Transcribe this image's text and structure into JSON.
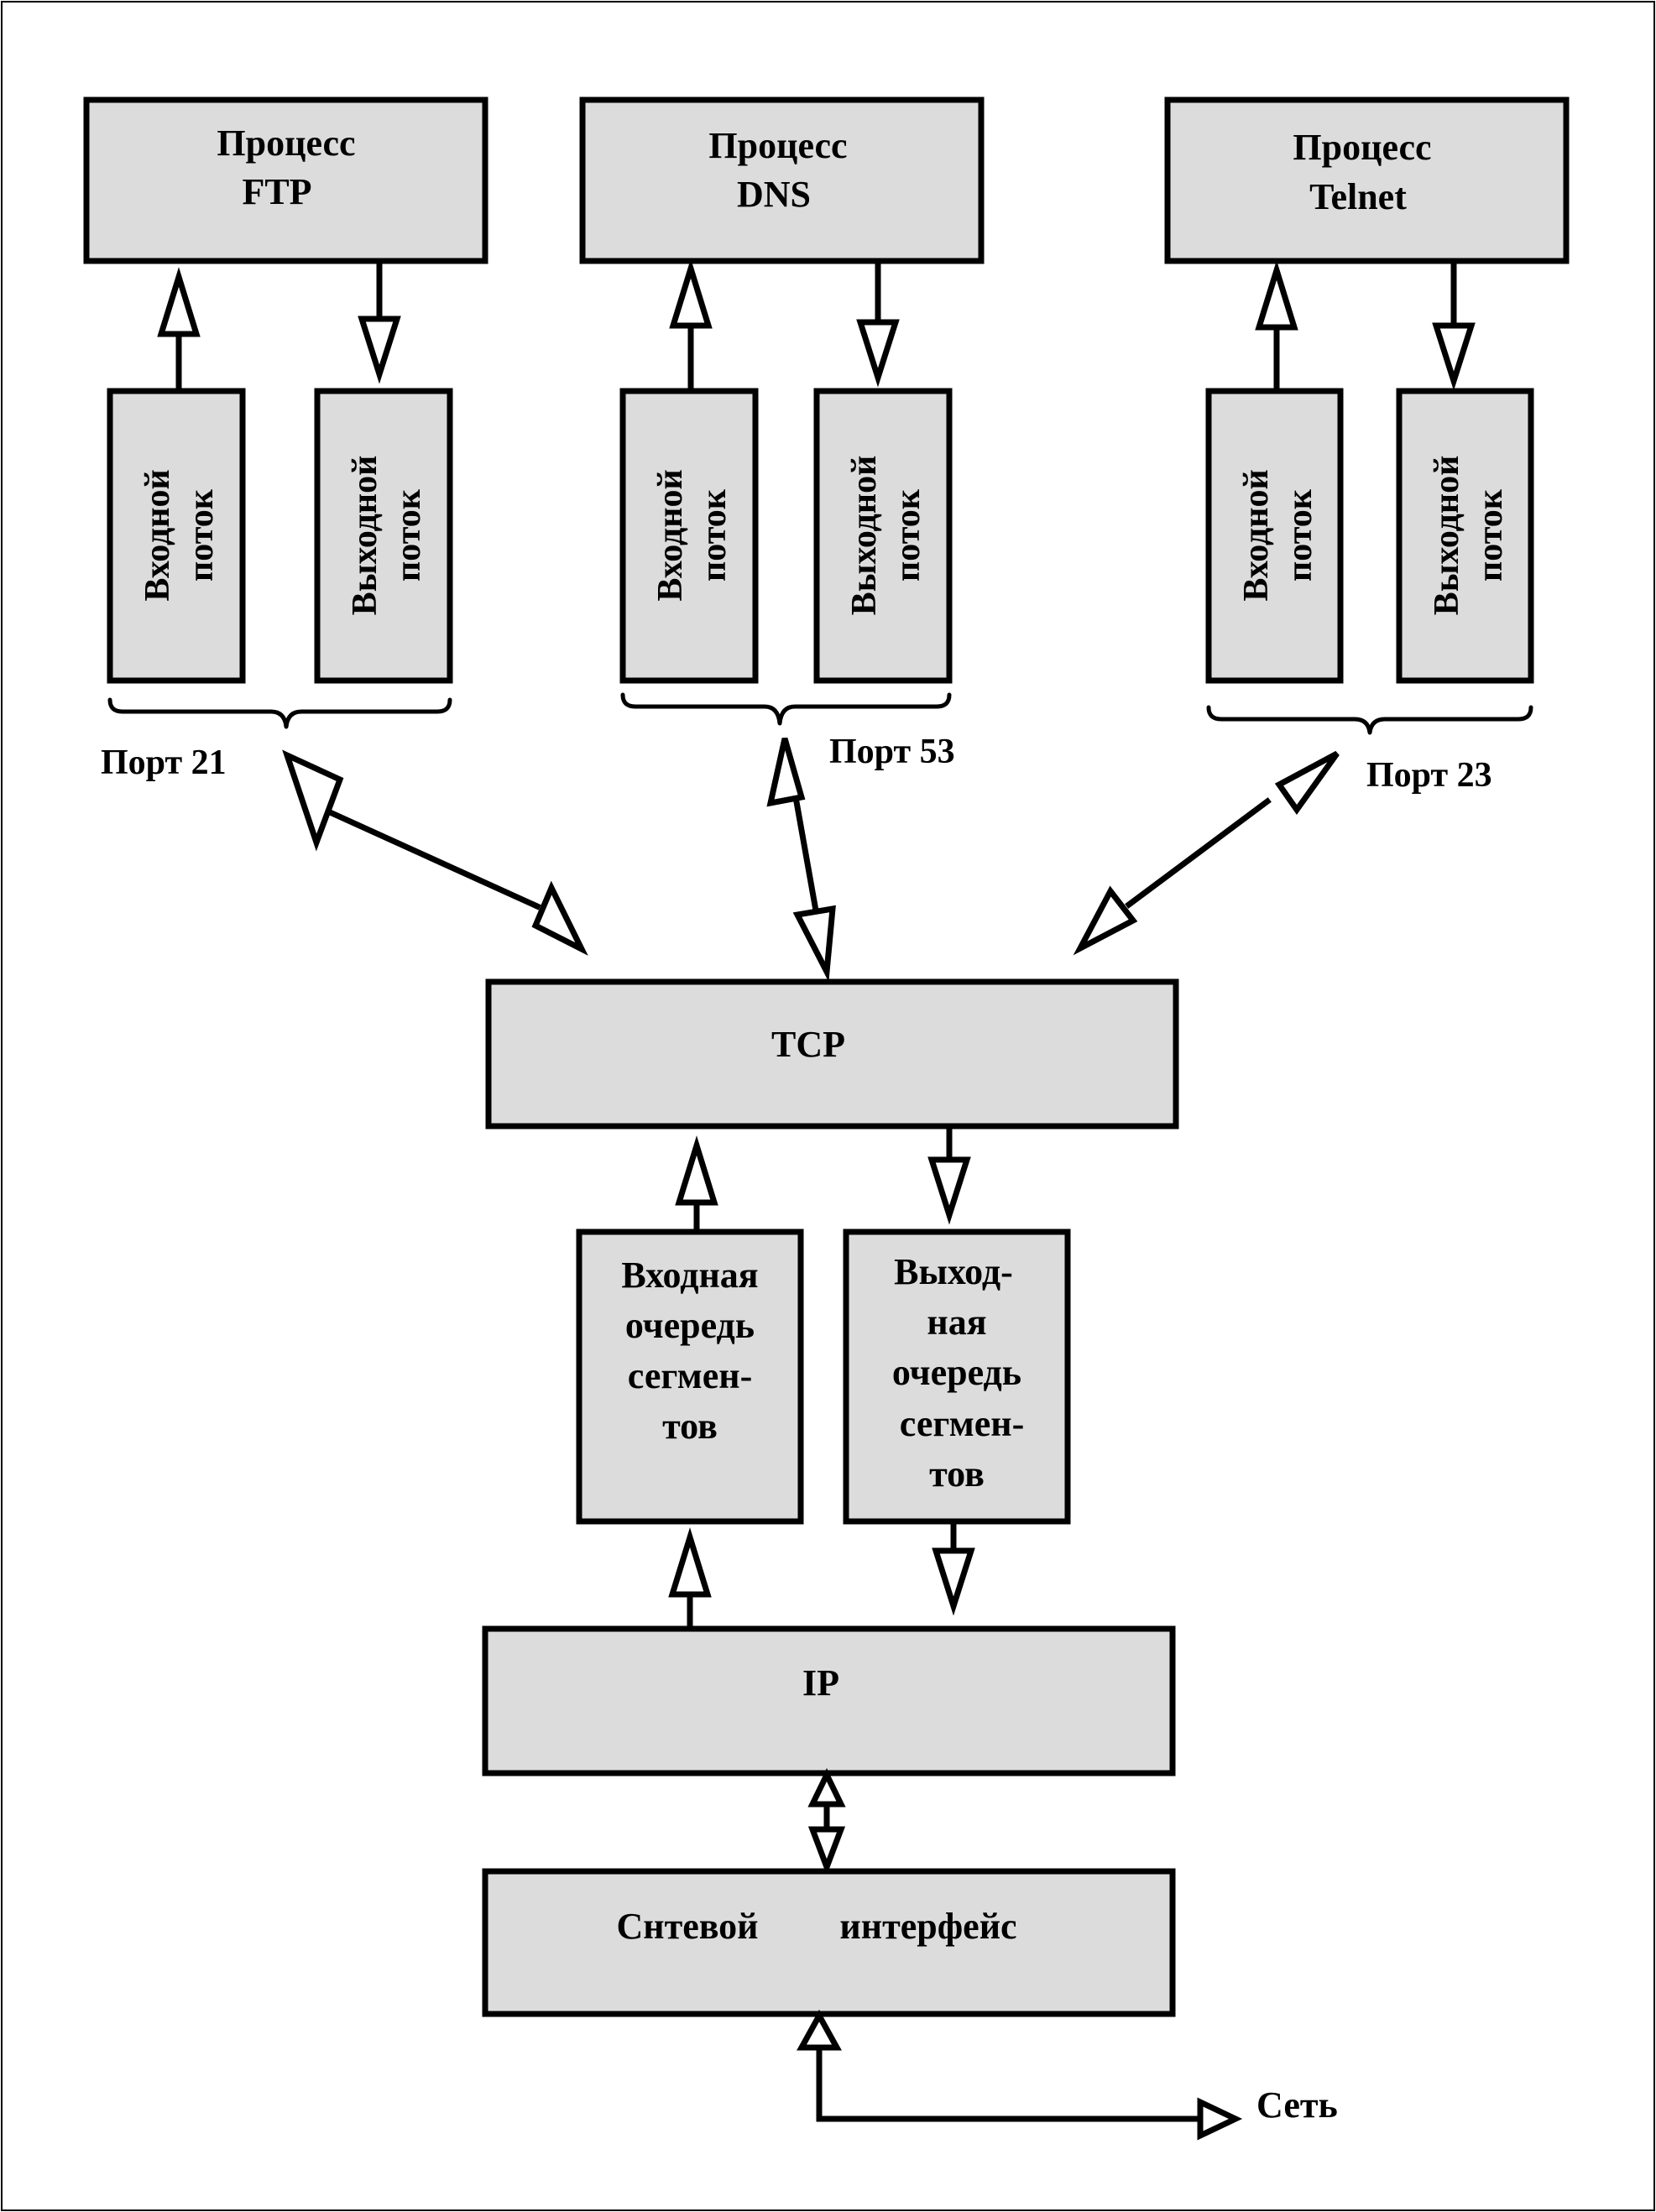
{
  "processes": [
    {
      "line1": "Процесс",
      "line2": "FTP"
    },
    {
      "line1": "Процесс",
      "line2": "DNS"
    },
    {
      "line1": "Процесс",
      "line2": "Telnet"
    }
  ],
  "streams": {
    "input_line1": "Входной",
    "input_line2": "поток",
    "output_line1": "Выходной",
    "output_line2": "поток"
  },
  "ports": [
    "Порт 21",
    "Порт 53",
    "Порт 23"
  ],
  "tcp_label": "TCP",
  "input_queue": [
    "Входная",
    "очередь",
    "сегмен-",
    "тов"
  ],
  "output_queue": [
    "Выход-",
    "ная",
    "очередь",
    "сегмен-",
    "тов"
  ],
  "ip_label": "IP",
  "interface_label": {
    "part1": "Снтевой",
    "part2": "интерфейс"
  },
  "network_label": "Сеть"
}
